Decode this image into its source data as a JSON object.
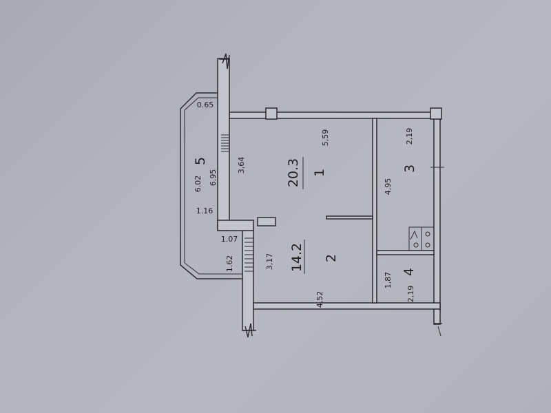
{
  "rooms": [
    {
      "number": "1",
      "area": "20.3"
    },
    {
      "number": "2",
      "area": "14.2"
    },
    {
      "number": "3",
      "area": ""
    },
    {
      "number": "4",
      "area": ""
    },
    {
      "number": "5",
      "area": ""
    }
  ],
  "dimensions": {
    "room1_top": "5,59",
    "room1_side": "3,64",
    "room2_bottom": "4,52",
    "room2_side": "3,17",
    "room3_top": "2,19",
    "room3_side": "4,95",
    "room4_side": "1,87",
    "room4_bottom": "2,19",
    "balcony_top": "0.65",
    "balcony_length": "6.95",
    "balcony_inner": "6.02",
    "balcony_mid": "1.16",
    "balcony_low": "1.07",
    "balcony_bottom": "1.62"
  }
}
